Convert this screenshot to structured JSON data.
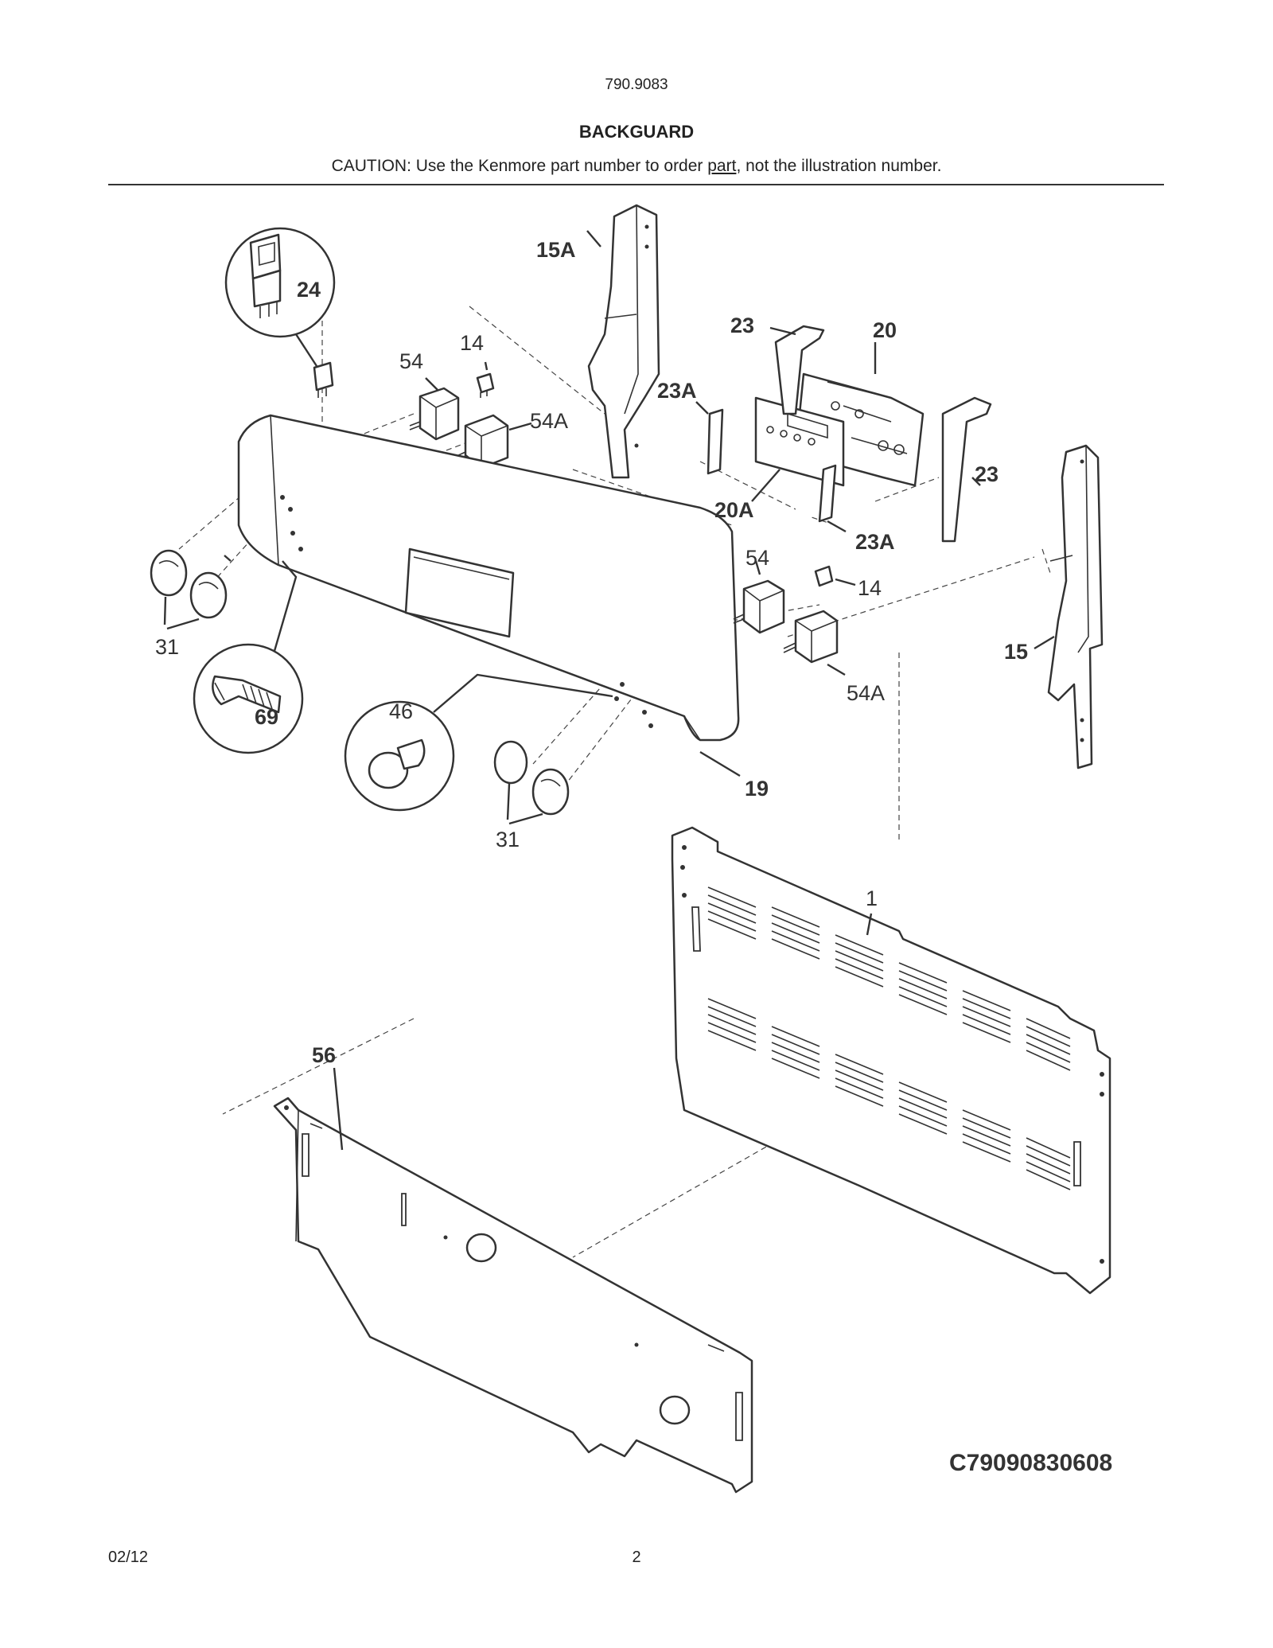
{
  "header": {
    "model_number": "790.9083",
    "title": "BACKGUARD",
    "caution_prefix": "CAUTION: Use the Kenmore part number to order ",
    "caution_underlined": "part",
    "caution_suffix": ", not the illustration number."
  },
  "diagram": {
    "callouts": {
      "c1": "1",
      "c14a": "14",
      "c14b": "14",
      "c15": "15",
      "c15a": "15A",
      "c19": "19",
      "c20": "20",
      "c20a": "20A",
      "c23a": "23",
      "c23b": "23",
      "c23aa": "23A",
      "c23ab": "23A",
      "c24": "24",
      "c31a": "31",
      "c31b": "31",
      "c46": "46",
      "c54a": "54",
      "c54b": "54",
      "c54aa": "54A",
      "c54ab": "54A",
      "c56": "56",
      "c69": "69"
    },
    "drawing_code": "C79090830608"
  },
  "footer": {
    "date": "02/12",
    "page": "2"
  }
}
